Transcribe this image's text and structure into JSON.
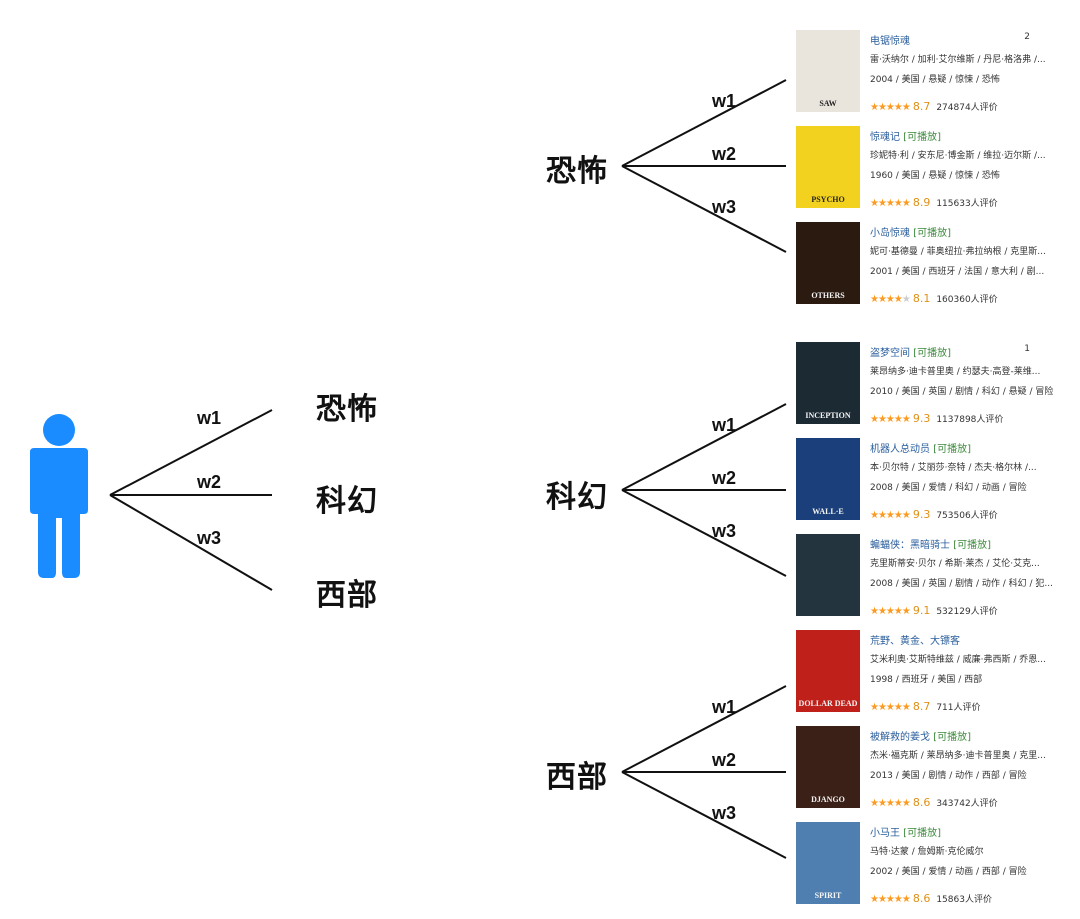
{
  "user_group": {
    "icon": "person-icon",
    "color": "#1a8cff",
    "branches": [
      "w1",
      "w2",
      "w3"
    ],
    "genres": [
      "恐怖",
      "科幻",
      "西部"
    ]
  },
  "groups": [
    {
      "genre": "恐怖",
      "branches": [
        "w1",
        "w2",
        "w3"
      ],
      "movies": [
        {
          "title": "电锯惊魂",
          "playable": "",
          "rank": "2",
          "cast": "雷·沃纳尔 / 加利·艾尔维斯 / 丹尼·格洛弗 /...",
          "info": "2004 / 美国 / 悬疑 / 惊悚 / 恐怖",
          "stars": 4.5,
          "score": "8.7",
          "votes": "274874人评价",
          "poster_color": "#e9e4dc",
          "poster_text": "SAW"
        },
        {
          "title": "惊魂记",
          "playable": "[可播放]",
          "rank": "",
          "cast": "珍妮特·利 / 安东尼·博金斯 / 维拉·迈尔斯 /...",
          "info": "1960 / 美国 / 悬疑 / 惊悚 / 恐怖",
          "stars": 4.5,
          "score": "8.9",
          "votes": "115633人评价",
          "poster_color": "#f2d21e",
          "poster_text": "PSYCHO"
        },
        {
          "title": "小岛惊魂",
          "playable": "[可播放]",
          "rank": "",
          "cast": "妮可·基德曼 / 菲奥纽拉·弗拉纳根 / 克里斯...",
          "info": "2001 / 美国 / 西班牙 / 法国 / 意大利 / 剧...",
          "stars": 4,
          "score": "8.1",
          "votes": "160360人评价",
          "poster_color": "#2a1a10",
          "poster_text": "OTHERS"
        }
      ]
    },
    {
      "genre": "科幻",
      "branches": [
        "w1",
        "w2",
        "w3"
      ],
      "movies": [
        {
          "title": "盗梦空间",
          "playable": "[可播放]",
          "rank": "1",
          "cast": "莱昂纳多·迪卡普里奥 / 约瑟夫·高登-莱维...",
          "info": "2010 / 美国 / 英国 / 剧情 / 科幻 / 悬疑 / 冒险",
          "stars": 5,
          "score": "9.3",
          "votes": "1137898人评价",
          "poster_color": "#1c2a34",
          "poster_text": "INCEPTION"
        },
        {
          "title": "机器人总动员",
          "playable": "[可播放]",
          "rank": "",
          "cast": "本·贝尔特 / 艾丽莎·奈特 / 杰夫·格尔林 /...",
          "info": "2008 / 美国 / 爱情 / 科幻 / 动画 / 冒险",
          "stars": 5,
          "score": "9.3",
          "votes": "753506人评价",
          "poster_color": "#1b3f7a",
          "poster_text": "WALL·E"
        },
        {
          "title": "蝙蝠侠：黑暗骑士",
          "playable": "[可播放]",
          "rank": "",
          "cast": "克里斯蒂安·贝尔 / 希斯·莱杰 / 艾伦·艾克...",
          "info": "2008 / 美国 / 英国 / 剧情 / 动作 / 科幻 / 犯...",
          "stars": 4.5,
          "score": "9.1",
          "votes": "532129人评价",
          "poster_color": "#23343f",
          "poster_text": ""
        }
      ]
    },
    {
      "genre": "西部",
      "branches": [
        "w1",
        "w2",
        "w3"
      ],
      "movies": [
        {
          "title": "荒野、黄金、大镖客",
          "playable": "",
          "rank": "",
          "cast": "艾米利奥·艾斯特维兹 / 威廉·弗西斯 / 乔恩...",
          "info": "1998 / 西班牙 / 美国 / 西部",
          "stars": 4.5,
          "score": "8.7",
          "votes": "711人评价",
          "poster_color": "#c0201a",
          "poster_text": "DOLLAR DEAD"
        },
        {
          "title": "被解救的姜戈",
          "playable": "[可播放]",
          "rank": "",
          "cast": "杰米·福克斯 / 莱昂纳多·迪卡普里奥 / 克里...",
          "info": "2013 / 美国 / 剧情 / 动作 / 西部 / 冒险",
          "stars": 4.5,
          "score": "8.6",
          "votes": "343742人评价",
          "poster_color": "#3a2016",
          "poster_text": "DJANGO"
        },
        {
          "title": "小马王",
          "playable": "[可播放]",
          "rank": "",
          "cast": "马特·达蒙 / 詹姆斯·克伦威尔",
          "info": "2002 / 美国 / 爱情 / 动画 / 西部 / 冒险",
          "stars": 4.5,
          "score": "8.6",
          "votes": "15863人评价",
          "poster_color": "#4f7fb0",
          "poster_text": "SPIRIT"
        }
      ]
    }
  ]
}
